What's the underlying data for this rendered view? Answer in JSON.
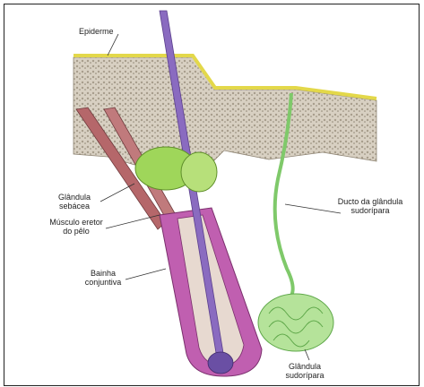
{
  "labels": {
    "epidermis": "Epiderme",
    "sebaceous_gland": "Glândula sebácea",
    "arrector_muscle": "Músculo eretor do pêlo",
    "sheath": "Bainha conjuntiva",
    "sweat_duct": "Ducto da glândula sudorípara",
    "sweat_gland": "Glândula sudorípara"
  },
  "colors": {
    "epidermis_line": "#e3d84a",
    "dermis": "#cfc6b5",
    "hair_shaft": "#8a6bc0",
    "follicle_sheath": "#c05fb0",
    "sebaceous": "#9fd65a",
    "muscle": "#b5676a",
    "sweat": "#7fc96a"
  }
}
